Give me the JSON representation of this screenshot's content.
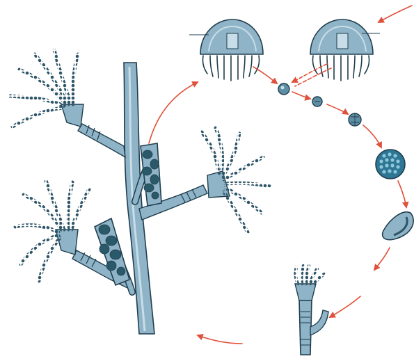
{
  "diagram": {
    "background": "#ffffff",
    "colors": {
      "body": "#8fb4c7",
      "body_light": "#c7dde8",
      "outline": "#1f3d4d",
      "tentacle_bead": "#2e5568",
      "gonad": "#2a5a6a",
      "arrow": "#e0503a"
    },
    "stages": [
      "hydroid-colony",
      "medusa-male",
      "medusa-female",
      "egg",
      "zygote",
      "early-embryo",
      "blastula",
      "planula-larva",
      "young-polyp"
    ],
    "labels": []
  }
}
